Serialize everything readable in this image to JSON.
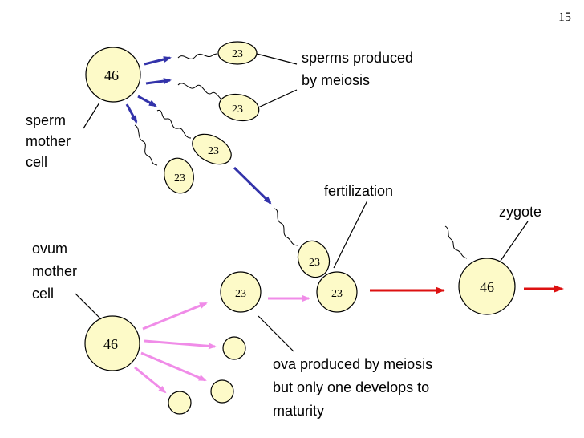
{
  "page_number": "15",
  "cells": {
    "sperm_mother": "46",
    "sperm_1": "23",
    "sperm_2": "23",
    "sperm_3": "23",
    "sperm_4": "23",
    "sperm_fertilizing": "23",
    "ovum_mother": "46",
    "ovum_developing": "23",
    "ovum_fertilized": "23",
    "zygote": "46"
  },
  "labels": {
    "sperm_mother_cell": [
      "sperm",
      "mother",
      "cell"
    ],
    "sperms_produced": [
      "sperms produced",
      "by meiosis"
    ],
    "fertilization": "fertilization",
    "zygote": "zygote",
    "ovum_mother_cell": [
      "ovum",
      "mother",
      "cell"
    ],
    "ova_produced": [
      "ova produced by meiosis",
      "but only one develops to",
      "maturity"
    ]
  },
  "colors": {
    "cell_fill": "#fdfac8",
    "sperm_arrow": "#3333aa",
    "ova_arrow": "#f08ce8",
    "fertilization_arrow": "#dd1111"
  }
}
